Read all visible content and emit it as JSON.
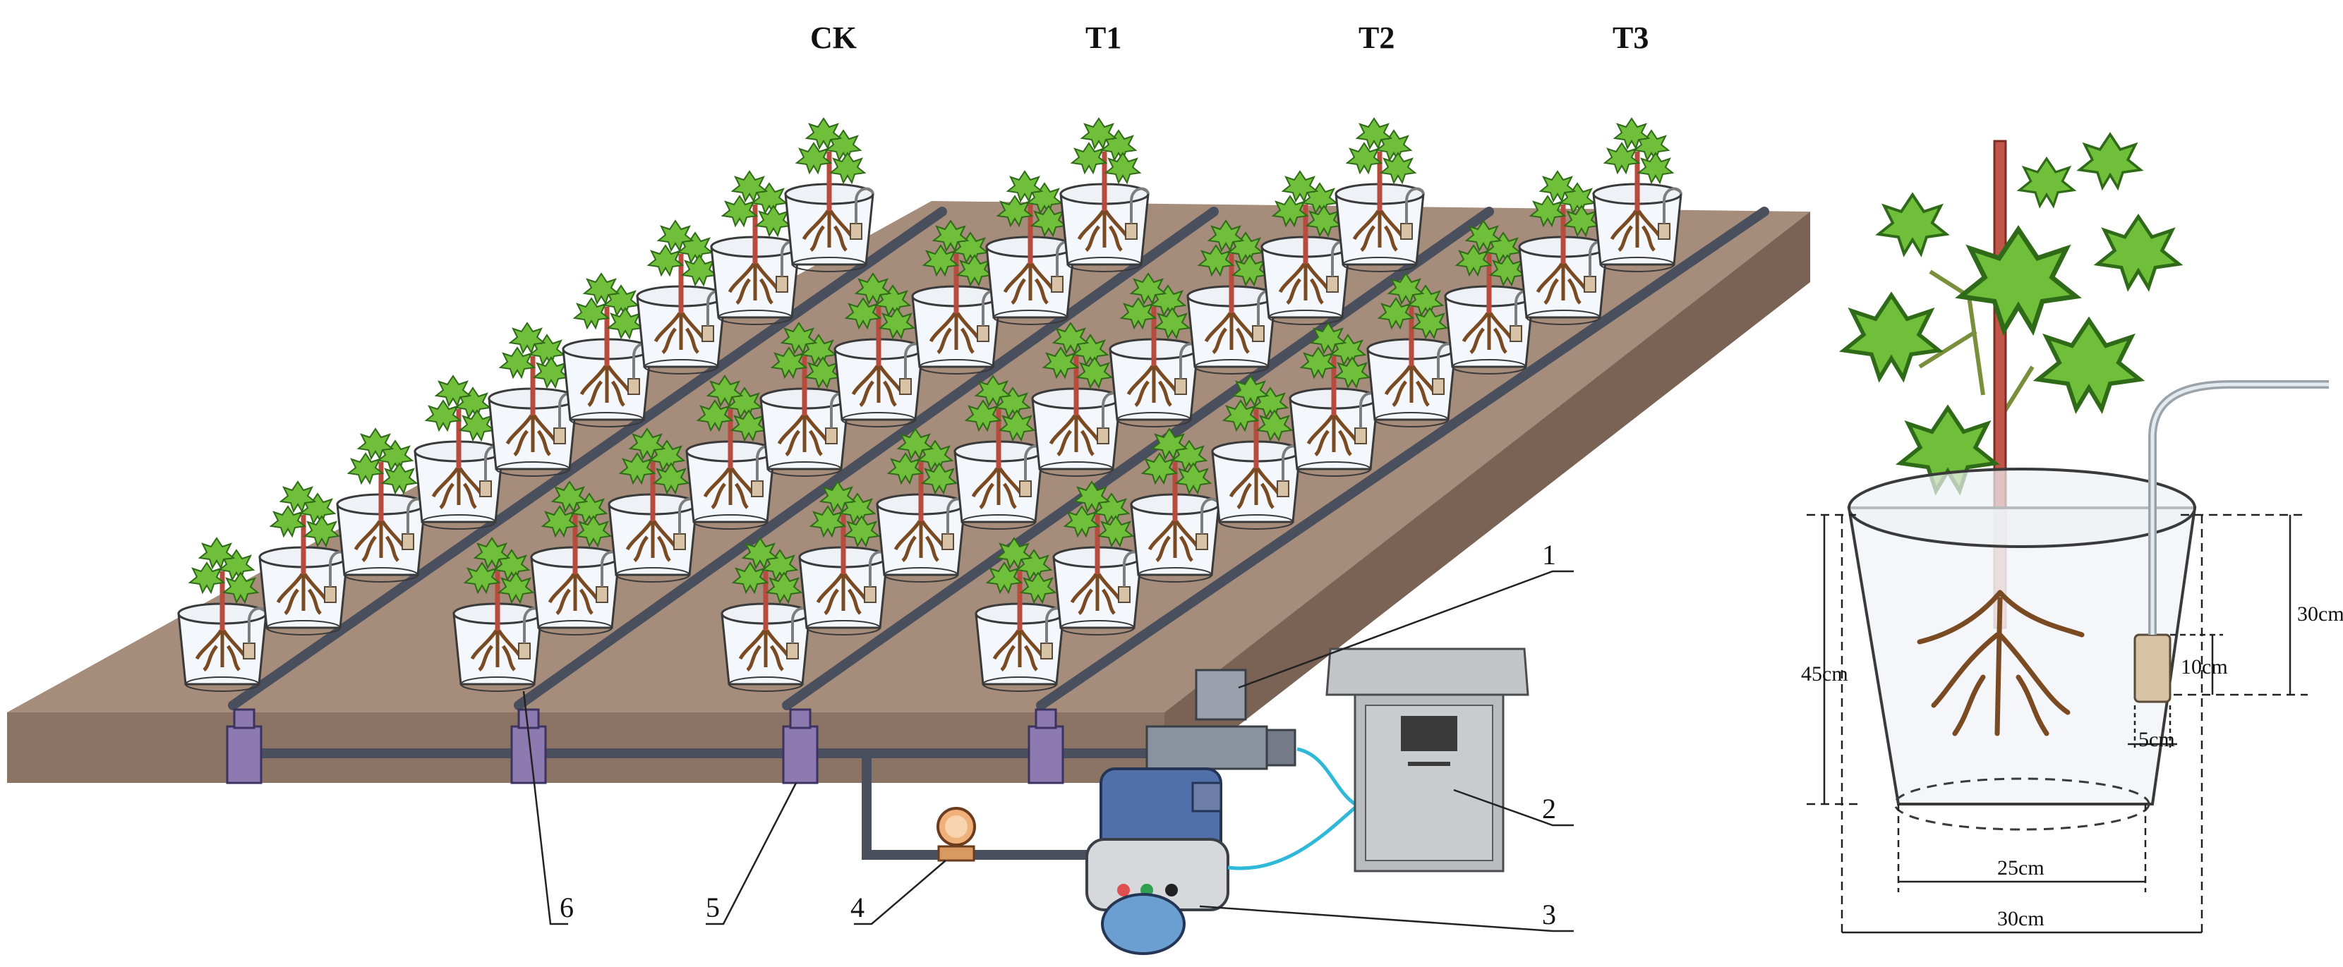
{
  "groups": [
    "CK",
    "T1",
    "T2",
    "T3"
  ],
  "callouts": [
    "1",
    "2",
    "3",
    "4",
    "5",
    "6"
  ],
  "dimensions": {
    "pot_height": "45cm",
    "sensor_depth": "30cm",
    "sensor_height": "10cm",
    "sensor_width": "5cm",
    "bottom_diameter": "25cm",
    "top_diameter": "30cm"
  },
  "colors": {
    "soil_top": "#a58c7b",
    "soil_side": "#8c7464",
    "pipe": "#4a4f5e",
    "valve": "#8d7ab0",
    "pump": "#516fa8",
    "leaf": "#6fbf3a",
    "root": "#7a4a22",
    "stem": "#b84b3e",
    "cable": "#2fb8d8"
  },
  "icons": [
    "grapevine-icon",
    "pot-icon",
    "soil-sensor-icon",
    "solenoid-valve-icon",
    "control-box-icon",
    "water-pump-icon",
    "pressure-gauge-icon",
    "flow-valve-icon"
  ]
}
